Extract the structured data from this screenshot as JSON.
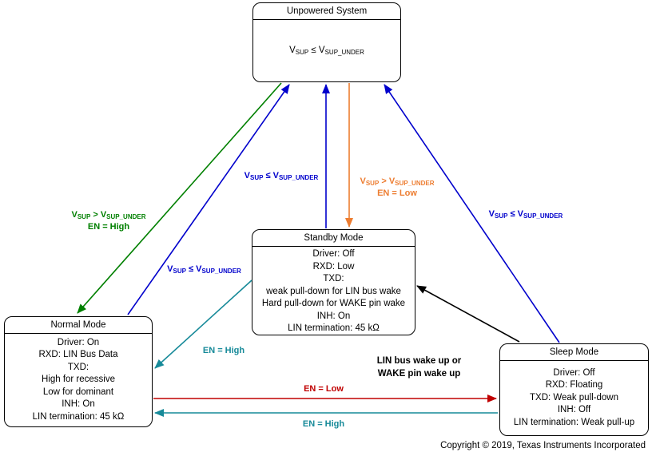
{
  "colors": {
    "green": "#008000",
    "blue": "#0000CC",
    "orange": "#ED7D31",
    "teal": "#178A99",
    "red": "#C00000",
    "black": "#000000"
  },
  "nodes": {
    "unpowered": {
      "title": "Unpowered System",
      "lines": [
        "V_{SUP} ≤ V_{SUP_UNDER}"
      ]
    },
    "standby": {
      "title": "Standby Mode",
      "lines": [
        "Driver: Off",
        "RXD: Low",
        "TXD:",
        "weak pull-down for LIN bus wake",
        "Hard pull-down for WAKE pin wake",
        "INH: On",
        "LIN termination: 45 kΩ"
      ]
    },
    "normal": {
      "title": "Normal Mode",
      "lines": [
        "Driver: On",
        "RXD: LIN Bus Data",
        "TXD:",
        "High for recessive",
        "Low for dominant",
        "INH: On",
        "LIN termination: 45 kΩ"
      ]
    },
    "sleep": {
      "title": "Sleep Mode",
      "lines": [
        "Driver: Off",
        "RXD: Floating",
        "TXD: Weak pull-down",
        "INH: Off",
        "LIN termination: Weak pull-up"
      ]
    }
  },
  "edges": {
    "unpowered_to_normal": {
      "from": "Unpowered System",
      "to": "Normal Mode",
      "color": "#008000",
      "lines": [
        "V_{SUP} > V_{SUP_UNDER}",
        "EN = High"
      ]
    },
    "normal_to_unpowered": {
      "from": "Normal Mode",
      "to": "Unpowered System",
      "color": "#0000CC",
      "lines": [
        "V_{SUP} ≤ V_{SUP_UNDER}"
      ]
    },
    "standby_to_unpowered": {
      "from": "Standby Mode",
      "to": "Unpowered System",
      "color": "#0000CC",
      "lines": [
        "V_{SUP} ≤ V_{SUP_UNDER}"
      ]
    },
    "unpowered_to_standby": {
      "from": "Unpowered System",
      "to": "Standby Mode",
      "color": "#ED7D31",
      "lines": [
        "V_{SUP} > V_{SUP_UNDER}",
        "EN = Low"
      ]
    },
    "sleep_to_unpowered": {
      "from": "Sleep Mode",
      "to": "Unpowered System",
      "color": "#0000CC",
      "lines": [
        "V_{SUP} ≤ V_{SUP_UNDER}"
      ]
    },
    "standby_to_normal": {
      "from": "Standby Mode",
      "to": "Normal Mode",
      "color": "#178A99",
      "lines": [
        "EN = High"
      ]
    },
    "normal_to_sleep": {
      "from": "Normal Mode",
      "to": "Sleep Mode",
      "color": "#C00000",
      "lines": [
        "EN = Low"
      ]
    },
    "sleep_to_normal": {
      "from": "Sleep Mode",
      "to": "Normal Mode",
      "color": "#178A99",
      "lines": [
        "EN = High"
      ]
    },
    "sleep_to_standby": {
      "from": "Sleep Mode",
      "to": "Standby Mode",
      "color": "#000000",
      "lines": [
        "LIN bus wake up or",
        "WAKE pin wake up"
      ]
    }
  },
  "footer": {
    "copyright": "Copyright © 2019, Texas Instruments Incorporated"
  }
}
